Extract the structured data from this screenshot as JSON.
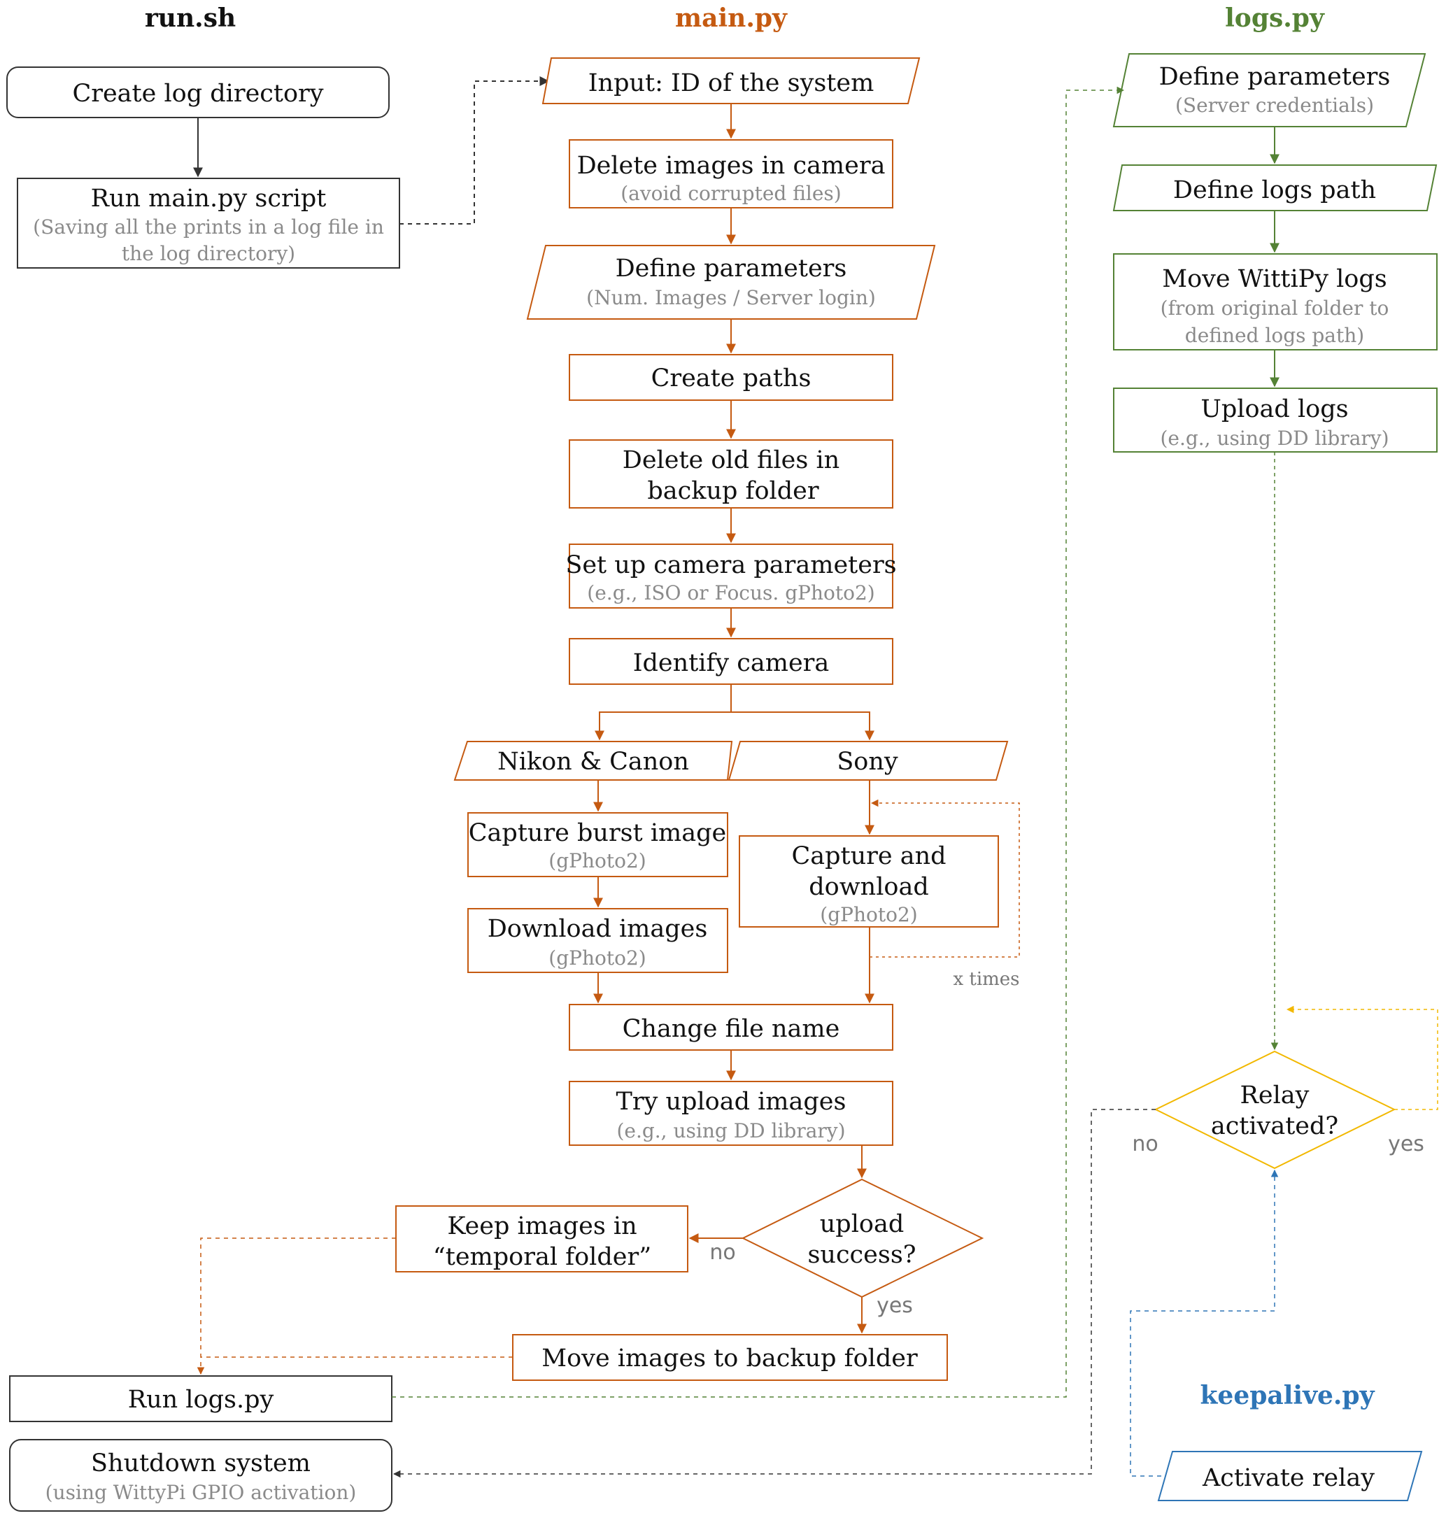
{
  "colors": {
    "runsh": "#333333",
    "main": "#c55a11",
    "logs": "#548235",
    "relay": "#f2b800",
    "keepalive": "#2e75b6",
    "subtext": "#8a8a8a",
    "label": "#777777"
  },
  "headers": {
    "runsh": "run.sh",
    "main": "main.py",
    "logs": "logs.py",
    "keepalive": "keepalive.py"
  },
  "runsh": {
    "create_log_dir": "Create log directory",
    "run_main": "Run main.py script",
    "run_main_sub1": "(Saving all the prints in a log file in",
    "run_main_sub2": "the log directory)",
    "run_logs": "Run logs.py",
    "shutdown": "Shutdown system",
    "shutdown_sub": "(using WittyPi GPIO activation)"
  },
  "main": {
    "input_id": "Input: ID of the system",
    "delete_images": "Delete images in camera",
    "delete_images_sub": "(avoid corrupted files)",
    "define_params": "Define parameters",
    "define_params_sub": "(Num. Images / Server login)",
    "create_paths": "Create paths",
    "delete_old_1": "Delete old files in",
    "delete_old_2": "backup folder",
    "setup_camera": "Set up camera parameters",
    "setup_camera_sub": "(e.g., ISO or Focus. gPhoto2)",
    "identify_camera": "Identify camera",
    "nikon_canon": "Nikon & Canon",
    "sony": "Sony",
    "capture_burst": "Capture burst image",
    "capture_burst_sub": "(gPhoto2)",
    "download_images": "Download images",
    "download_images_sub": "(gPhoto2)",
    "capture_download_1": "Capture and",
    "capture_download_2": "download",
    "capture_download_sub": "(gPhoto2)",
    "x_times": "x times",
    "change_name": "Change file name",
    "try_upload": "Try upload images",
    "try_upload_sub": "(e.g., using DD library)",
    "upload_success_1": "upload",
    "upload_success_2": "success?",
    "keep_images_1": "Keep images in",
    "keep_images_2": "“temporal folder”",
    "no": "no",
    "yes": "yes",
    "move_backup": "Move images to backup folder"
  },
  "logs": {
    "define_params": "Define parameters",
    "define_params_sub": "(Server credentials)",
    "define_logs_path": "Define logs path",
    "move_logs": "Move WittiPy logs",
    "move_logs_sub1": "(from original folder to",
    "move_logs_sub2": "defined logs path)",
    "upload_logs": "Upload logs",
    "upload_logs_sub": "(e.g., using DD library)",
    "relay_1": "Relay",
    "relay_2": "activated?",
    "no": "no",
    "yes": "yes"
  },
  "keepalive": {
    "activate_relay": "Activate relay"
  }
}
